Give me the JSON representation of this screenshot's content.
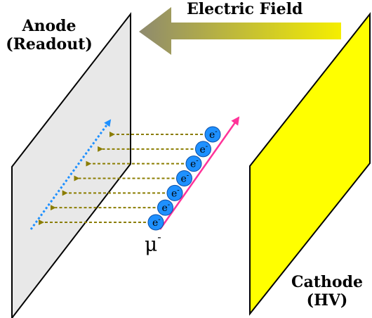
{
  "anode": {
    "line1": "Anode",
    "line2": "(Readout)"
  },
  "cathode": {
    "line1": "Cathode",
    "line2": "(HV)"
  },
  "field": {
    "label": "Electric Field"
  },
  "muon": {
    "symbol": "μ",
    "charge": "-"
  },
  "electron": {
    "symbol": "e",
    "charge": "-",
    "count": 7
  },
  "colors": {
    "anode_fill": "#e8e8e8",
    "cathode_fill": "#ffff00",
    "field_arrow_start": "#9a9470",
    "field_arrow_end": "#f0e800",
    "muon_track": "#ff3399",
    "drift_arrows": "#8b7d00",
    "electron_fill": "#1e90ff",
    "readout_track": "#1e90ff"
  }
}
